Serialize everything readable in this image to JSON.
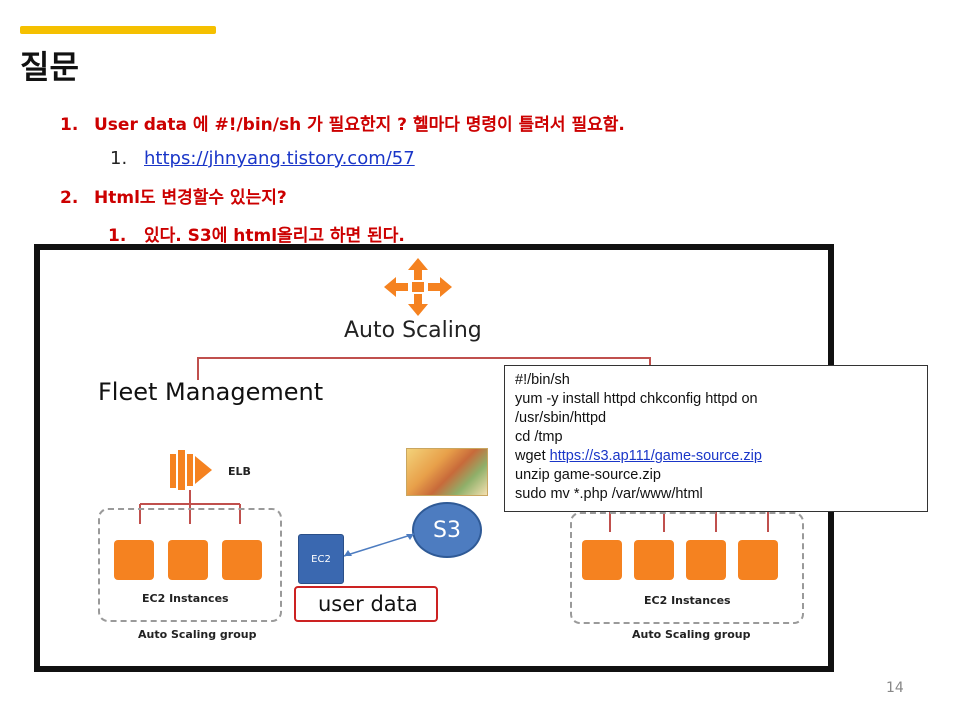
{
  "slide": {
    "title": "질문",
    "page_number": "14"
  },
  "items": [
    {
      "num": "1.",
      "text": "User data 에  #!/bin/sh  가 필요한지 ?   헬마다 명령이 틀려서 필요함."
    },
    {
      "num": "1.",
      "link": "https://jhnyang.tistory.com/57"
    },
    {
      "num": "2.",
      "text": "Html도 변경할수 있는지?"
    },
    {
      "num": "1.",
      "text": "있다.  S3에 html올리고 하면 된다."
    }
  ],
  "diagram": {
    "autoscaling_label": "Auto Scaling",
    "fleet_label": "Fleet Management",
    "elb_label": "ELB",
    "left_group": {
      "instances_label": "EC2 Instances",
      "group_label": "Auto Scaling group"
    },
    "right_group": {
      "instances_label": "EC2 Instances",
      "group_label": "Auto Scaling group"
    },
    "ec2_label": "EC2",
    "s3_label": "S3",
    "userdata_label": "user data",
    "code_lines": [
      "#!/bin/sh",
      "yum -y install httpd chkconfig httpd on",
      "/usr/sbin/httpd",
      "cd /tmp",
      "wget ",
      "unzip game-source.zip",
      "sudo mv *.php /var/www/html"
    ],
    "code_link": "https://s3.ap111/game-source.zip"
  },
  "colors": {
    "accent": "#f5c000",
    "red_text": "#cc0000",
    "link": "#1a36c8",
    "aws_orange": "#f58220",
    "ec2_blue": "#3a68b0"
  }
}
